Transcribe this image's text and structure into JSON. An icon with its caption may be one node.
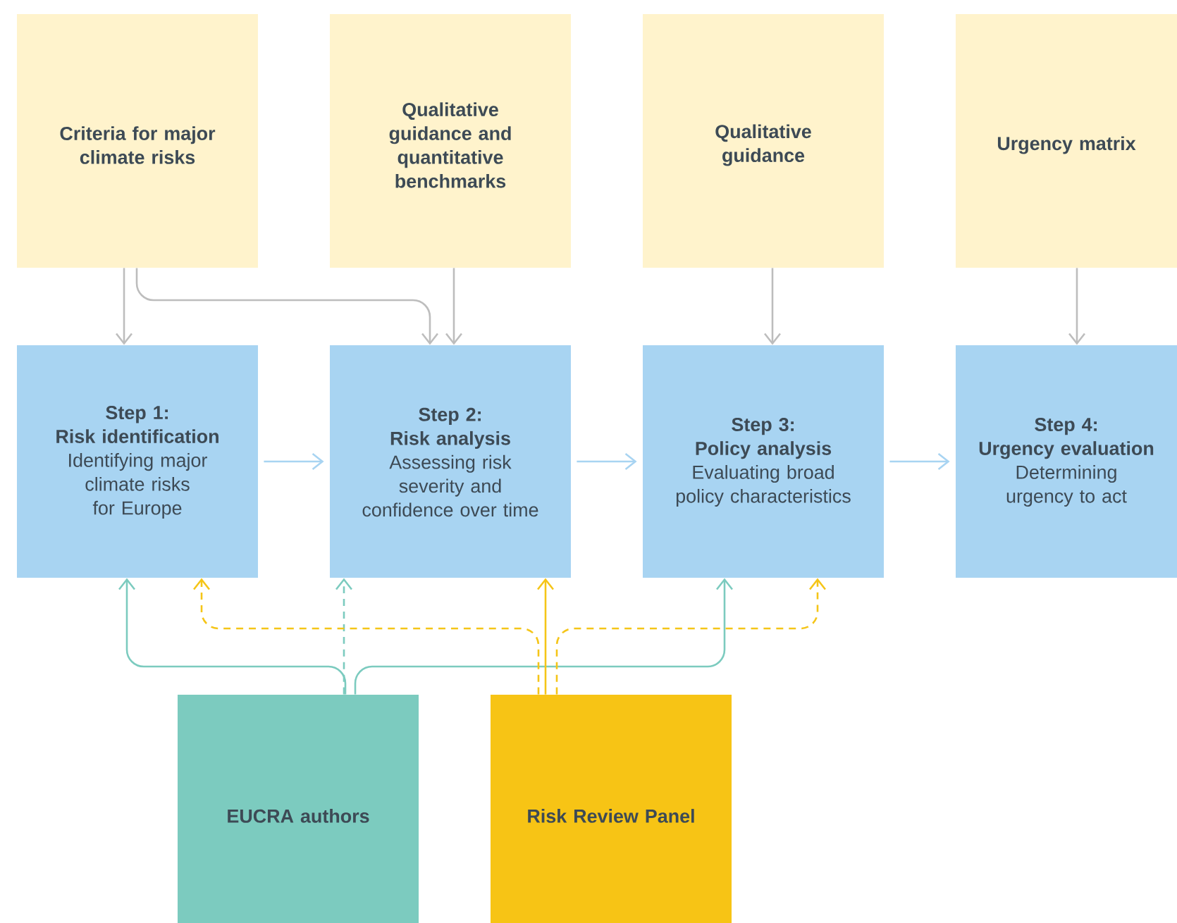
{
  "diagram": {
    "nodes": [
      {
        "text": [
          "Criteria for major climate risks"
        ]
      },
      {
        "text": [
          "Qualitative guidance and quantitative benchmarks"
        ]
      },
      {
        "text": [
          "Qualitative guidance"
        ]
      },
      {
        "text": [
          "Urgency matrix"
        ]
      },
      {
        "text": [
          "Step 1:",
          "Risk identification",
          "Identifying major climate risks for Europe"
        ]
      },
      {
        "text": [
          "Step 2:",
          "Risk analysis",
          "Assessing risk severity and confidence over time"
        ]
      },
      {
        "text": [
          "Step 3:",
          "Policy analysis",
          "Evaluating broad policy characteristics"
        ]
      },
      {
        "text": [
          "Step 4:",
          "Urgency evaluation",
          "Determining urgency to act"
        ]
      },
      {
        "text": [
          "EUCRA authors"
        ]
      },
      {
        "text": [
          "Risk Review Panel"
        ]
      }
    ],
    "edges": [
      {
        "from": 0,
        "to": 4,
        "arrow": "to"
      },
      {
        "from": 0,
        "to": 5,
        "arrow": "to"
      },
      {
        "from": 1,
        "to": 5,
        "arrow": "to"
      },
      {
        "from": 2,
        "to": 6,
        "arrow": "to"
      },
      {
        "from": 3,
        "to": 7,
        "arrow": "to"
      },
      {
        "from": 4,
        "to": 5,
        "arrow": "to",
        "color": "#a8d4f2"
      },
      {
        "from": 5,
        "to": 6,
        "arrow": "to",
        "color": "#a8d4f2"
      },
      {
        "from": 6,
        "to": 7,
        "arrow": "to",
        "color": "#a8d4f2"
      },
      {
        "from": 8,
        "to": 4,
        "arrow": "to",
        "color": "#7ccbbf"
      },
      {
        "from": 8,
        "to": 5,
        "arrow": "to",
        "style": "dashed",
        "color": "#7ccbbf"
      },
      {
        "from": 8,
        "to": 6,
        "arrow": "to",
        "color": "#7ccbbf"
      },
      {
        "from": 9,
        "to": 4,
        "arrow": "to",
        "style": "dashed",
        "color": "#f5c518"
      },
      {
        "from": 9,
        "to": 5,
        "arrow": "to",
        "color": "#f5c518"
      },
      {
        "from": 9,
        "to": 6,
        "arrow": "to",
        "style": "dashed",
        "color": "#f5c518"
      }
    ]
  }
}
